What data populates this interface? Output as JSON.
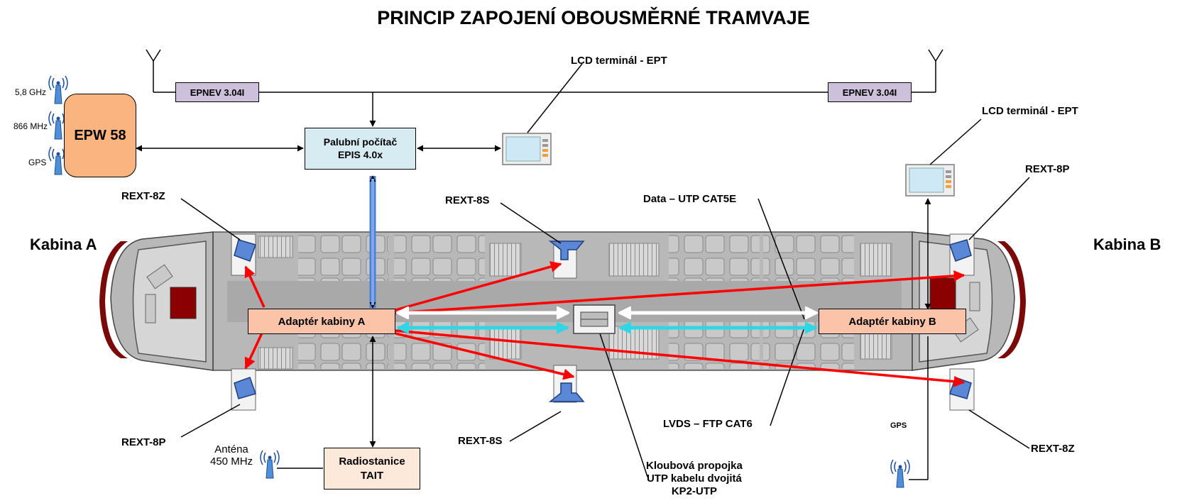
{
  "title": "PRINCIP ZAPOJENÍ OBOUSMĚRNÉ TRAMVAJE",
  "cabins": {
    "a": "Kabina A",
    "b": "Kabina B"
  },
  "devices": {
    "epw": "EPW 58",
    "epw_antennas": [
      "5,8 GHz",
      "866 MHz",
      "GPS"
    ],
    "epnev_left": "EPNEV 3.04I",
    "epnev_right": "EPNEV 3.04I",
    "onboard_computer": "Palubní počítač\nEPIS 4.0x",
    "lcd_left": "LCD terminál - EPT",
    "lcd_right": "LCD terminál - EPT",
    "adapter_a": "Adaptér kabiny A",
    "adapter_b": "Adaptér kabiny B",
    "radio": "Radiostanice\nTAIT",
    "radio_antenna": "Anténa\n450 MHz",
    "gps_right": "GPS"
  },
  "speakers": {
    "rext_8z_left": "REXT-8Z",
    "rext_8p_left": "REXT-8P",
    "rext_8s_top": "REXT-8S",
    "rext_8s_bottom": "REXT-8S",
    "rext_8p_right": "REXT-8P",
    "rext_8z_right": "REXT-8Z"
  },
  "cables": {
    "data": "Data – UTP CAT5E",
    "lvds": "LVDS – FTP CAT6",
    "joint": "Kloubová propojka\nUTP kabelu dvojitá\nKP2-UTP"
  },
  "colors": {
    "epw_fill": "#f9b47f",
    "epnev_fill": "#ccc0da",
    "computer_fill": "#d6ebf2",
    "adapter_fill": "#fbc3a8",
    "radio_fill": "#fde9d9",
    "speaker_arrow": "#ff0000",
    "data_arrow": "#ffffff",
    "lvds_arrow": "#2ed6e6",
    "computer_link": "#4a7fd4"
  }
}
